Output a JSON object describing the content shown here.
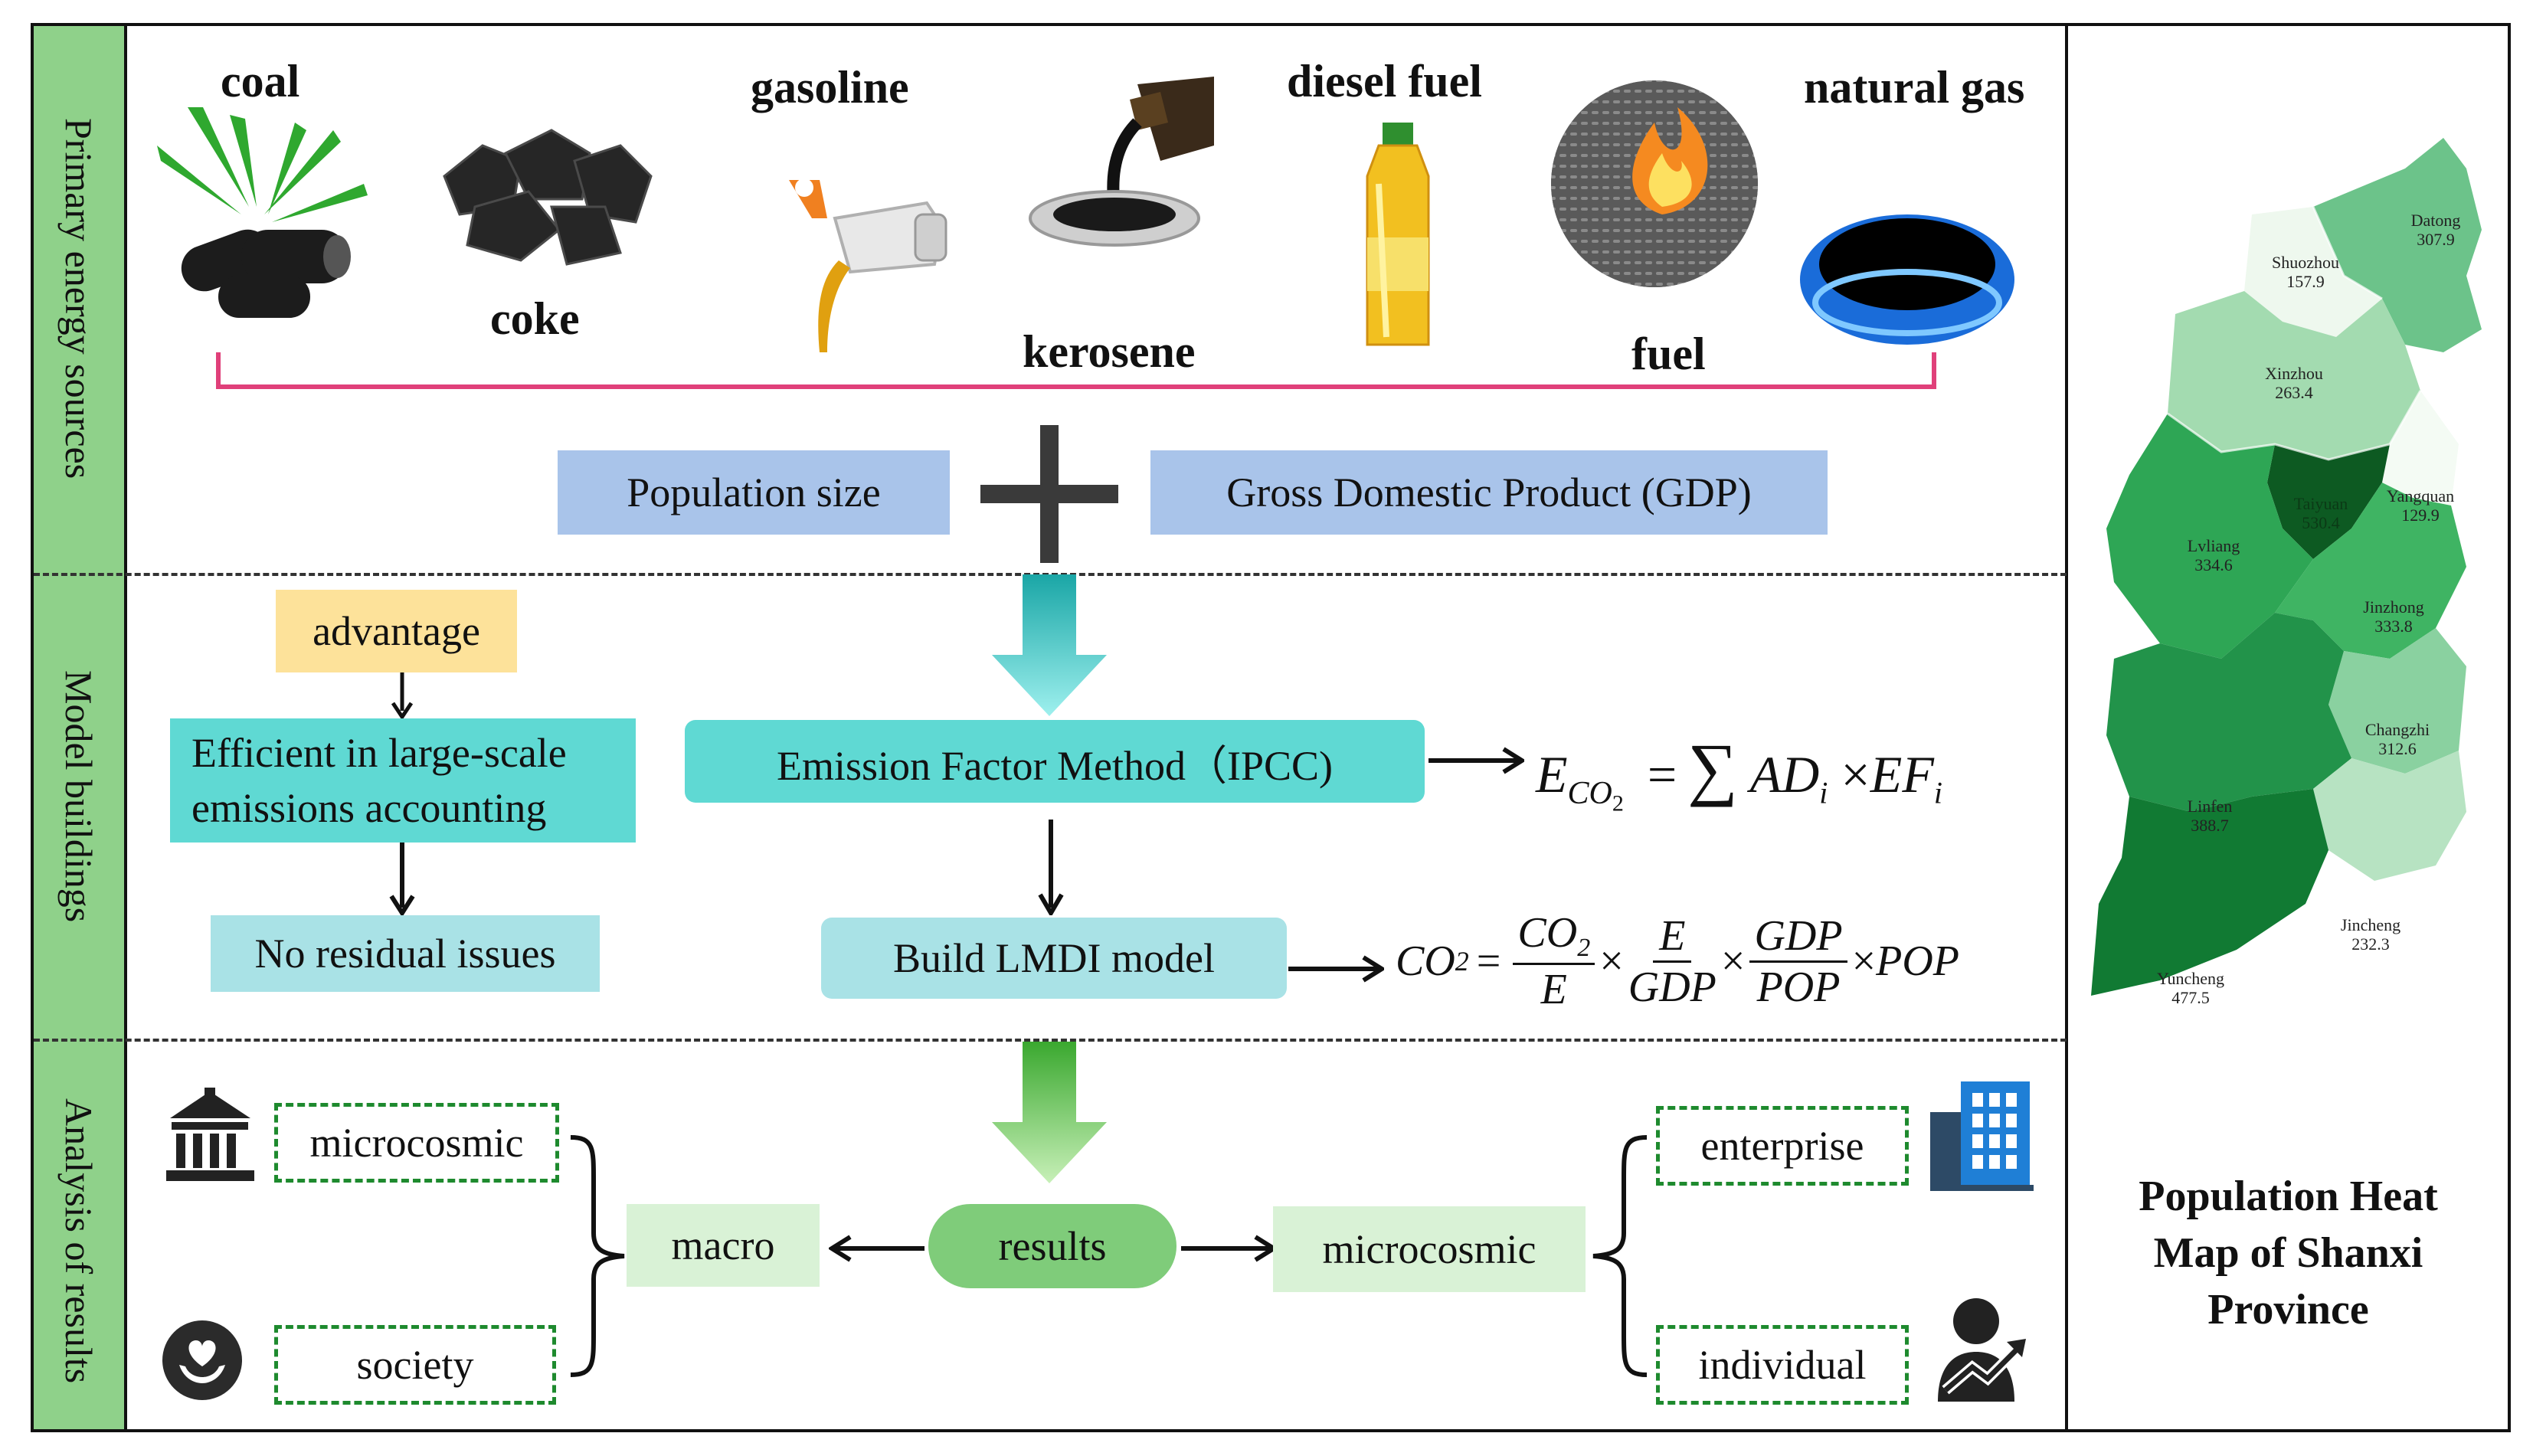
{
  "sections": {
    "primary": "Primary energy sources",
    "model": "Model buildings",
    "analysis": "Analysis of results"
  },
  "energy": {
    "coal": "coal",
    "coke": "coke",
    "gasoline": "gasoline",
    "kerosene": "kerosene",
    "diesel": "diesel fuel",
    "fuel": "fuel",
    "natural_gas": "natural gas"
  },
  "inputs": {
    "population": "Population size",
    "gdp": "Gross Domestic Product (GDP)"
  },
  "model": {
    "advantage": "advantage",
    "efficient_line1": "Efficient in large-scale",
    "efficient_line2": "emissions accounting",
    "no_residual": "No residual issues",
    "emission_method": "Emission Factor Method（IPCC)",
    "lmdi": "Build LMDI model"
  },
  "formulas": {
    "e_co2": {
      "lhs": "E",
      "lhs_sub": "CO",
      "lhs_sub2": "2",
      "eq": "=",
      "sum": "∑",
      "ad": "AD",
      "i1": "i",
      "times": "×",
      "ef": "EF",
      "i2": "i"
    },
    "lmdi": {
      "lhs": "CO",
      "lhs_sub": "2",
      "eq": "=",
      "f1_num": "CO",
      "f1_num_sub": "2",
      "f1_den": "E",
      "f2_num": "E",
      "f2_den": "GDP",
      "f3_num": "GDP",
      "f3_den": "POP",
      "times": "×",
      "tail": "POP"
    }
  },
  "results": {
    "center": "results",
    "macro": "macro",
    "micro": "microcosmic",
    "left_top": "microcosmic",
    "left_bottom": "society",
    "right_top": "enterprise",
    "right_bottom": "individual"
  },
  "map": {
    "title_line1": "Population Heat",
    "title_line2": "Map of Shanxi",
    "title_line3": "Province",
    "cities": [
      {
        "name": "Datong",
        "value": "307.9"
      },
      {
        "name": "Shuozhou",
        "value": "157.9"
      },
      {
        "name": "Xinzhou",
        "value": "263.4"
      },
      {
        "name": "Yangquan",
        "value": "129.9"
      },
      {
        "name": "Taiyuan",
        "value": "530.4"
      },
      {
        "name": "Lvliang",
        "value": "334.6"
      },
      {
        "name": "Jinzhong",
        "value": "333.8"
      },
      {
        "name": "Changzhi",
        "value": "312.6"
      },
      {
        "name": "Linfen",
        "value": "388.7"
      },
      {
        "name": "Jincheng",
        "value": "232.3"
      },
      {
        "name": "Yuncheng",
        "value": "477.5"
      }
    ]
  },
  "icons": {
    "coal": "coal-icon",
    "coke": "coke-icon",
    "gasoline": "gasoline-icon",
    "kerosene": "kerosene-icon",
    "diesel": "diesel-bottle-icon",
    "fuel": "fire-icon",
    "gas": "gas-flame-icon",
    "government": "government-building-icon",
    "society": "heart-hand-icon",
    "enterprise": "office-building-icon",
    "individual": "person-chart-icon"
  },
  "colors": {
    "section_bar": "#8fd18a",
    "brace": "#e0407a",
    "input_box": "#a9c4ea",
    "advantage": "#fde29a",
    "teal_box": "#5fd9d3",
    "light_teal": "#a9e2e6",
    "light_green": "#d9f2d6",
    "results": "#7fcc7a",
    "dash": "#1e8a2e"
  }
}
